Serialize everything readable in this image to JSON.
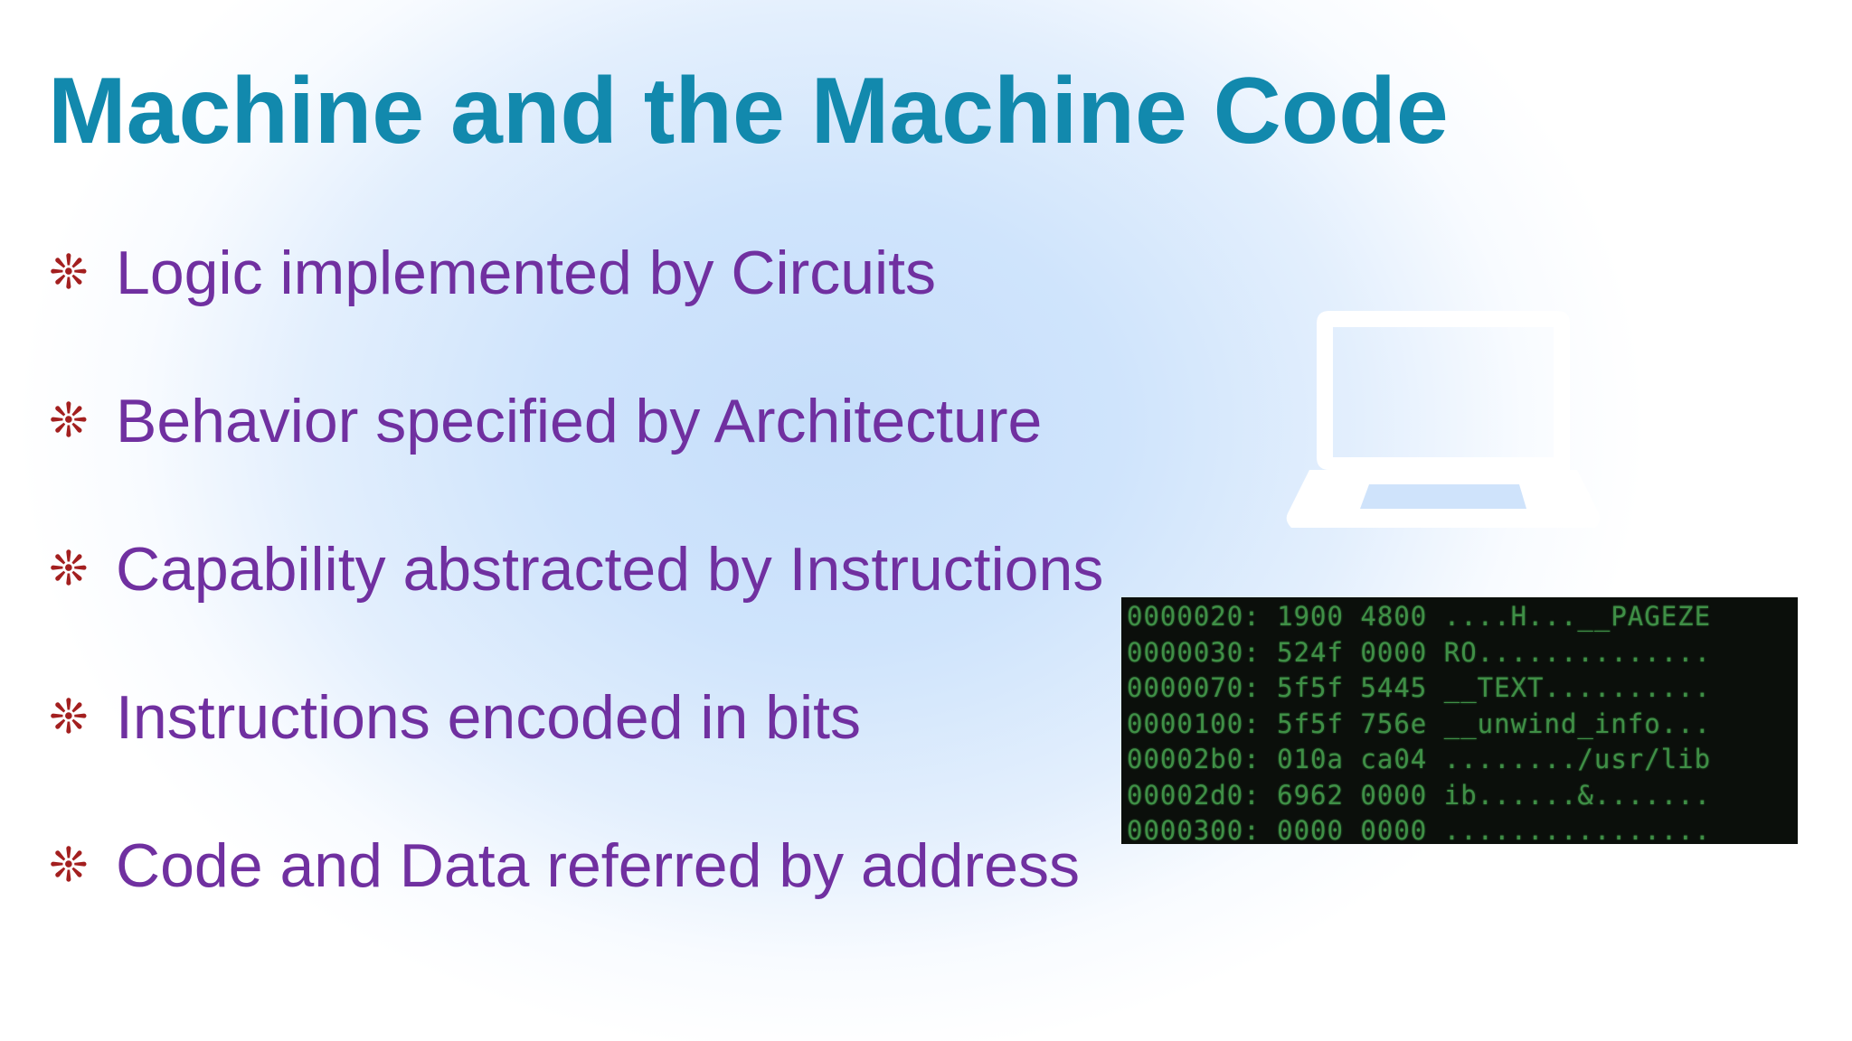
{
  "slide": {
    "title": "Machine and the Machine Code",
    "bullet_symbol": "❊",
    "bullets": [
      "Logic implemented by Circuits",
      "Behavior specified by Architecture",
      "Capability abstracted by Instructions",
      "Instructions encoded in bits",
      "Code and Data referred by address"
    ],
    "laptop_icon": "laptop-icon",
    "hexdump_lines": [
      "0000020: 1900 4800 ....H...__PAGEZE",
      "0000030: 524f 0000 RO..............",
      "0000070: 5f5f 5445 __TEXT..........",
      "0000100: 5f5f 756e __unwind_info...",
      "00002b0: 010a ca04 ......../usr/lib",
      "00002d0: 6962 0000 ib......&.......",
      "0000300: 0000 0000 ................"
    ]
  },
  "colors": {
    "title": "#1289ad",
    "bullet_text": "#7030a0",
    "bullet_marker": "#a31f1f",
    "hexdump_text": "#3f8f46",
    "hexdump_bg": "#0b0f0b"
  }
}
